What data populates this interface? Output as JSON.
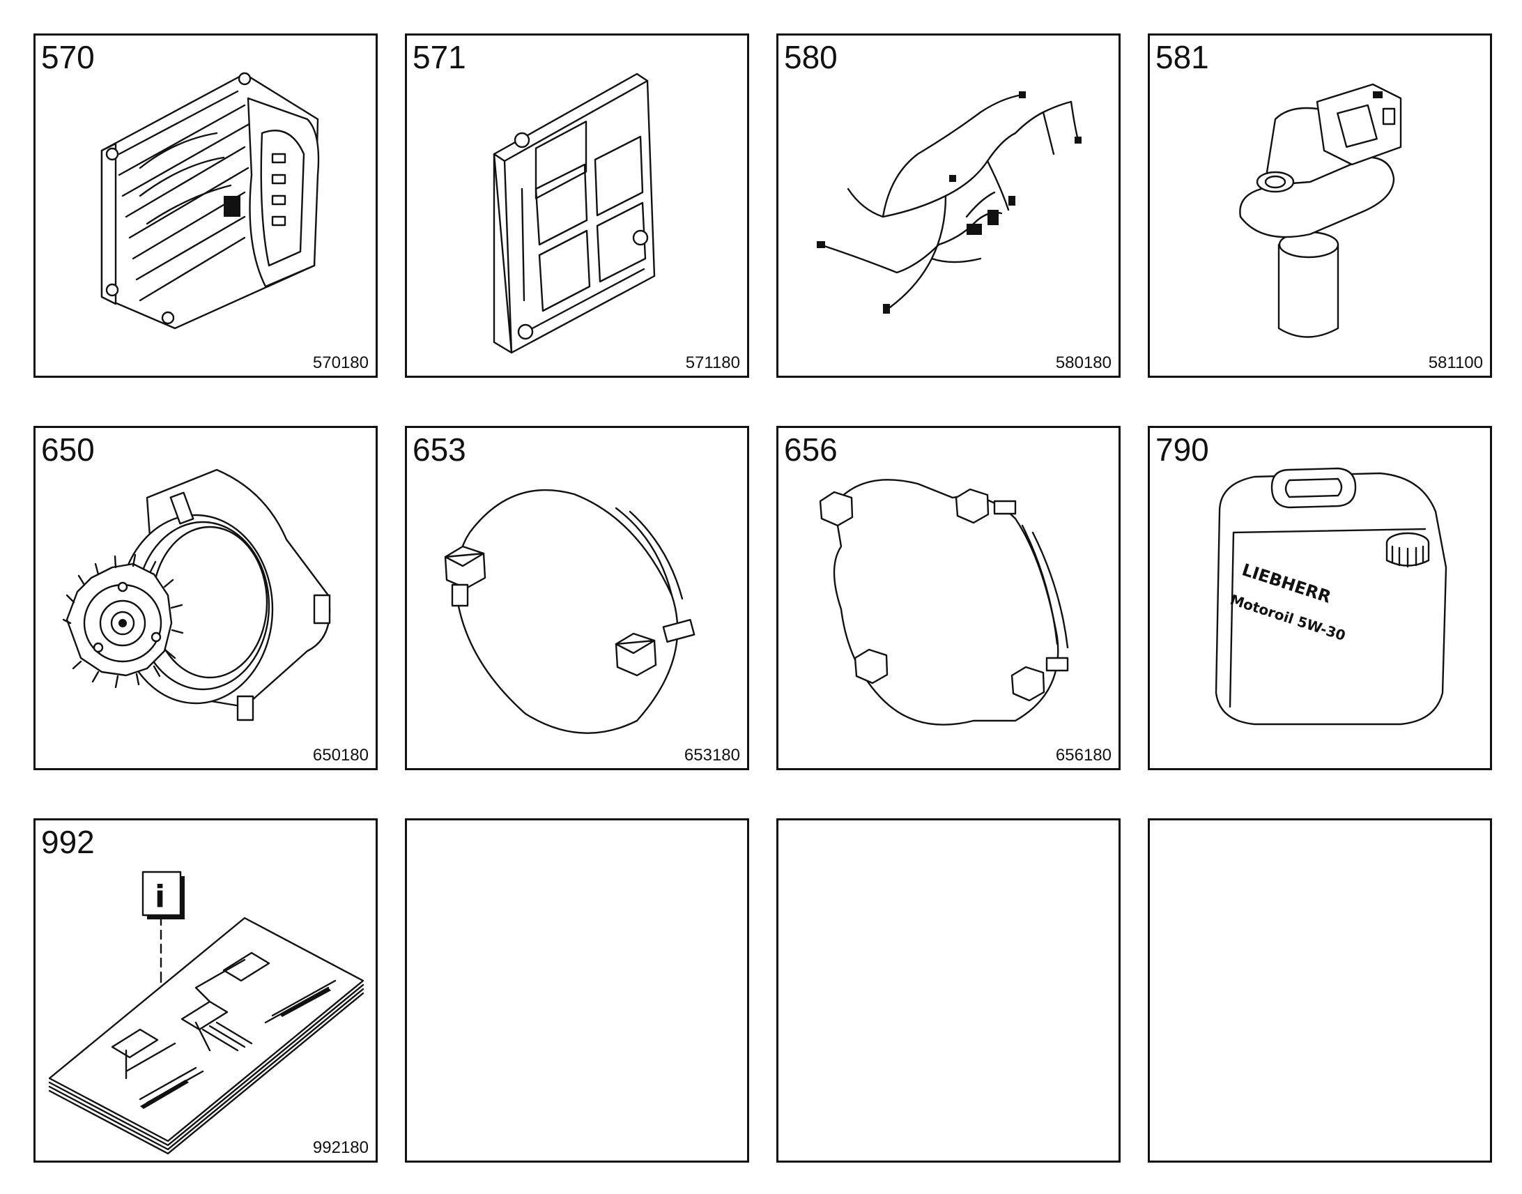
{
  "cells": [
    {
      "number": "570",
      "code": "570180",
      "icon": "control-unit-icon"
    },
    {
      "number": "571",
      "code": "571180",
      "icon": "mounting-plate-icon"
    },
    {
      "number": "580",
      "code": "580180",
      "icon": "wiring-harness-icon"
    },
    {
      "number": "581",
      "code": "581100",
      "icon": "speed-sensor-icon"
    },
    {
      "number": "650",
      "code": "650180",
      "icon": "gear-pump-icon"
    },
    {
      "number": "653",
      "code": "653180",
      "icon": "cover-plate-two-bolt-icon"
    },
    {
      "number": "656",
      "code": "656180",
      "icon": "cover-plate-four-bolt-icon"
    },
    {
      "number": "790",
      "code": "",
      "icon": "oil-canister-icon",
      "canister_brand": "LIEBHERR",
      "canister_product": "Motoroil 5W-30"
    },
    {
      "number": "992",
      "code": "992180",
      "icon": "documentation-icon",
      "info_letter": "i"
    },
    {
      "number": "",
      "code": "",
      "icon": ""
    },
    {
      "number": "",
      "code": "",
      "icon": ""
    },
    {
      "number": "",
      "code": "",
      "icon": ""
    }
  ]
}
